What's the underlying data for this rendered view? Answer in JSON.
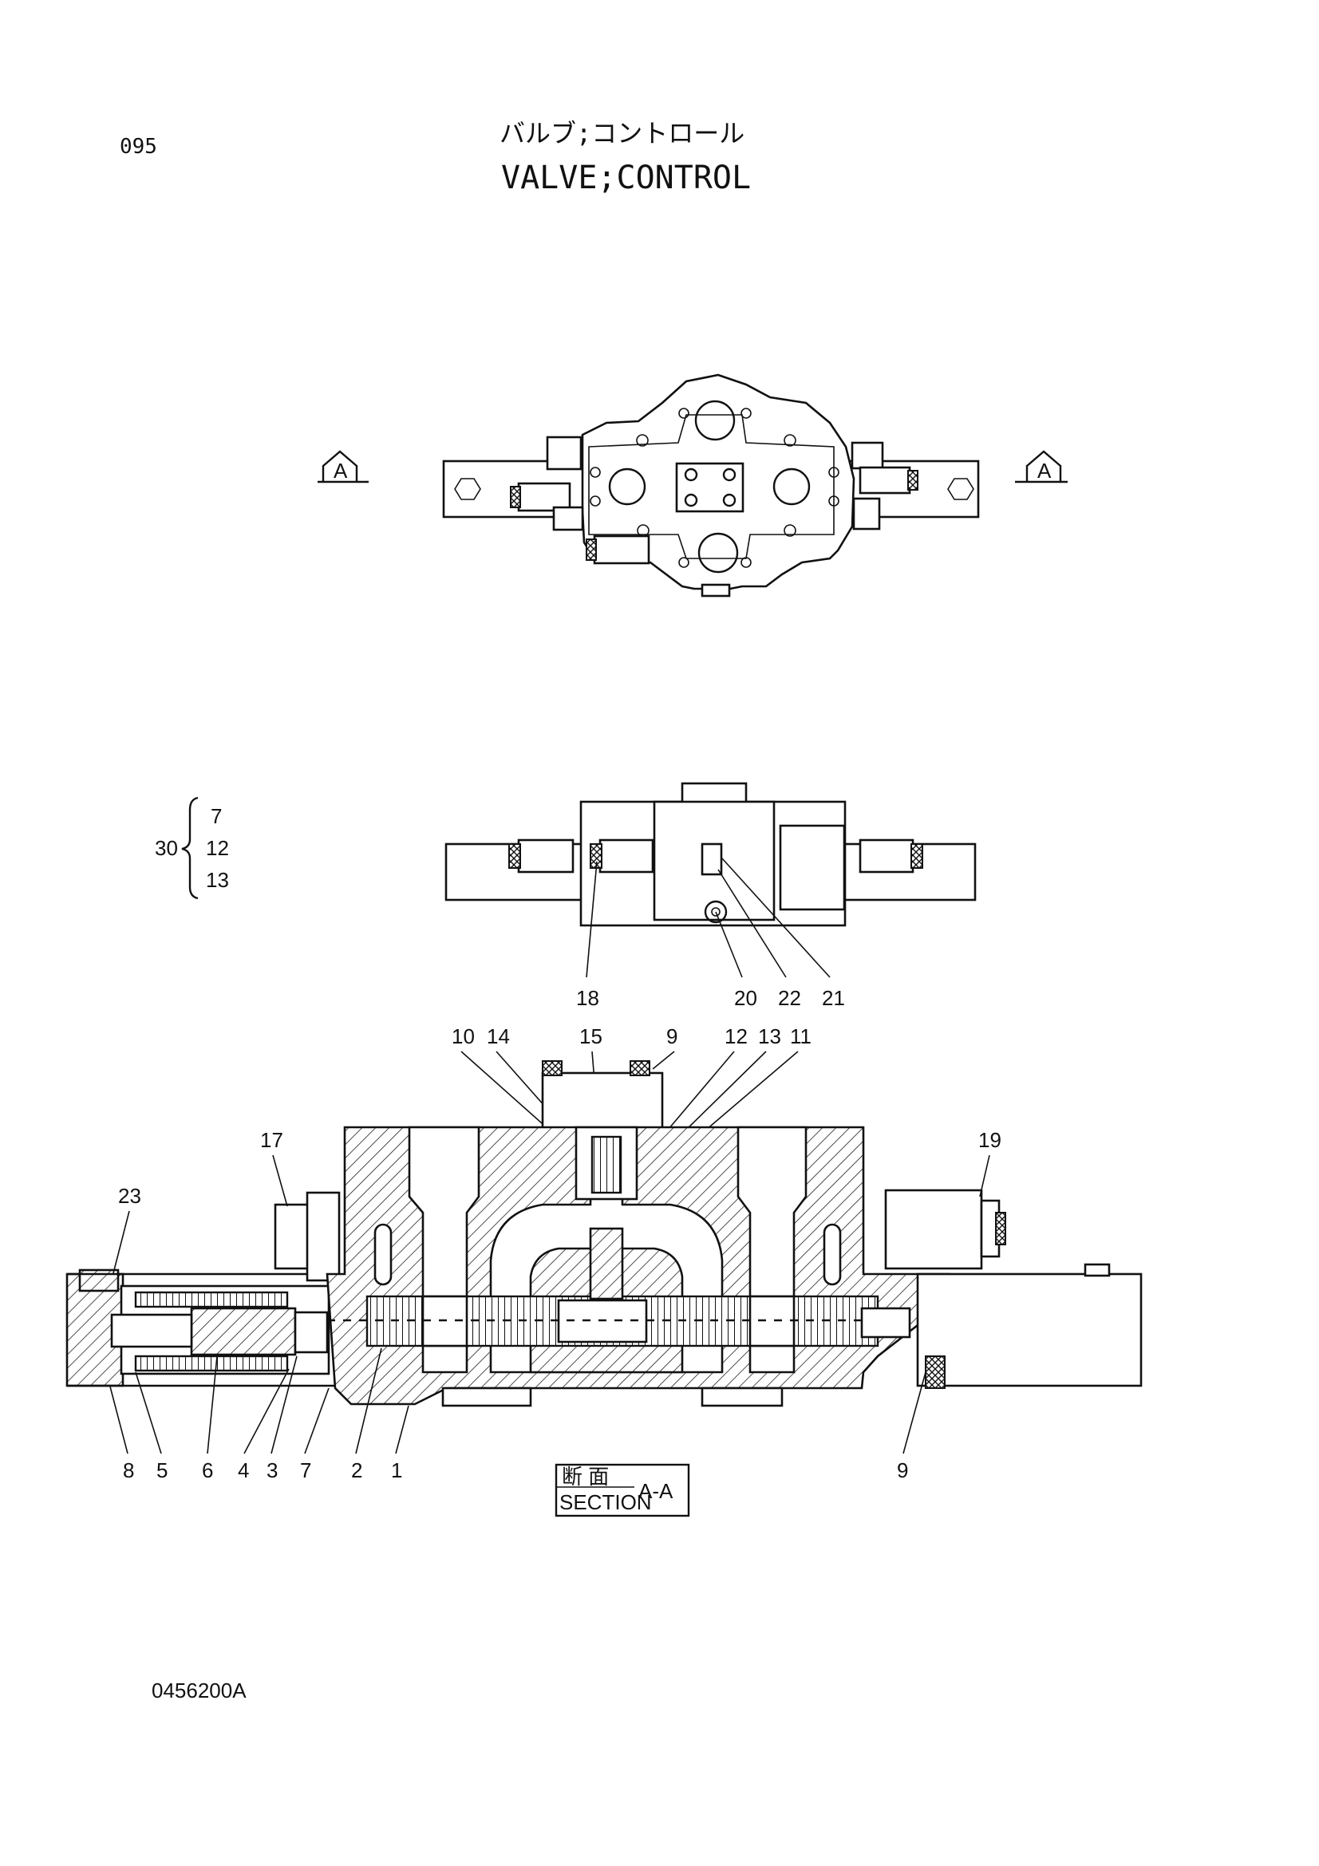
{
  "header": {
    "page_code": "095",
    "title_jp": "バルブ;コントロール",
    "title_en": "VALVE;CONTROL"
  },
  "top_view": {
    "section_marker_left": "A",
    "section_marker_right": "A"
  },
  "side_view": {
    "kit": {
      "number": "30",
      "items": [
        "7",
        "12",
        "13"
      ]
    },
    "callouts": [
      "18",
      "20",
      "22",
      "21"
    ]
  },
  "section_view": {
    "callouts_top": [
      "10",
      "14",
      "15",
      "9",
      "12",
      "13",
      "11"
    ],
    "callouts_left": [
      "17",
      "23"
    ],
    "callouts_right": [
      "19"
    ],
    "callouts_bottom": [
      "8",
      "5",
      "6",
      "4",
      "3",
      "7",
      "2",
      "1",
      "9"
    ],
    "section_label_jp": "断 面",
    "section_label_en": "SECTION",
    "section_id": "A-A"
  },
  "footer": {
    "drawing_number": "0456200A"
  }
}
